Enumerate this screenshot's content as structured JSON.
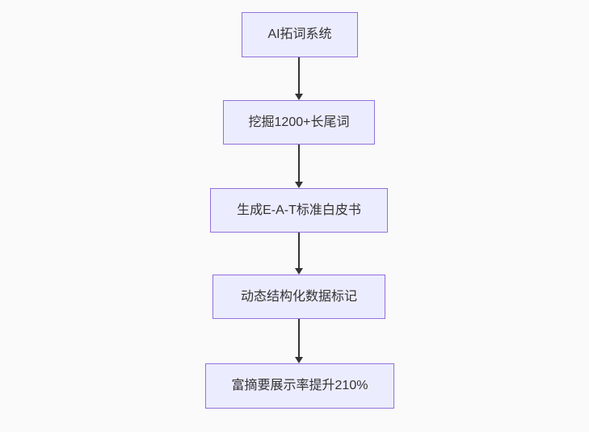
{
  "diagram": {
    "type": "flowchart",
    "direction": "top-down",
    "nodes": [
      {
        "id": "node-0",
        "label": "AI拓词系统"
      },
      {
        "id": "node-1",
        "label": "挖掘1200+长尾词"
      },
      {
        "id": "node-2",
        "label": "生成E-A-T标准白皮书"
      },
      {
        "id": "node-3",
        "label": "动态结构化数据标记"
      },
      {
        "id": "node-4",
        "label": "富摘要展示率提升210%"
      }
    ],
    "edges": [
      {
        "from": "node-0",
        "to": "node-1"
      },
      {
        "from": "node-1",
        "to": "node-2"
      },
      {
        "from": "node-2",
        "to": "node-3"
      },
      {
        "from": "node-3",
        "to": "node-4"
      }
    ],
    "colors": {
      "background": "#fafafa",
      "node_fill": "#ececff",
      "node_border": "#9370db",
      "node_text": "#333333",
      "arrow": "#333333"
    }
  }
}
